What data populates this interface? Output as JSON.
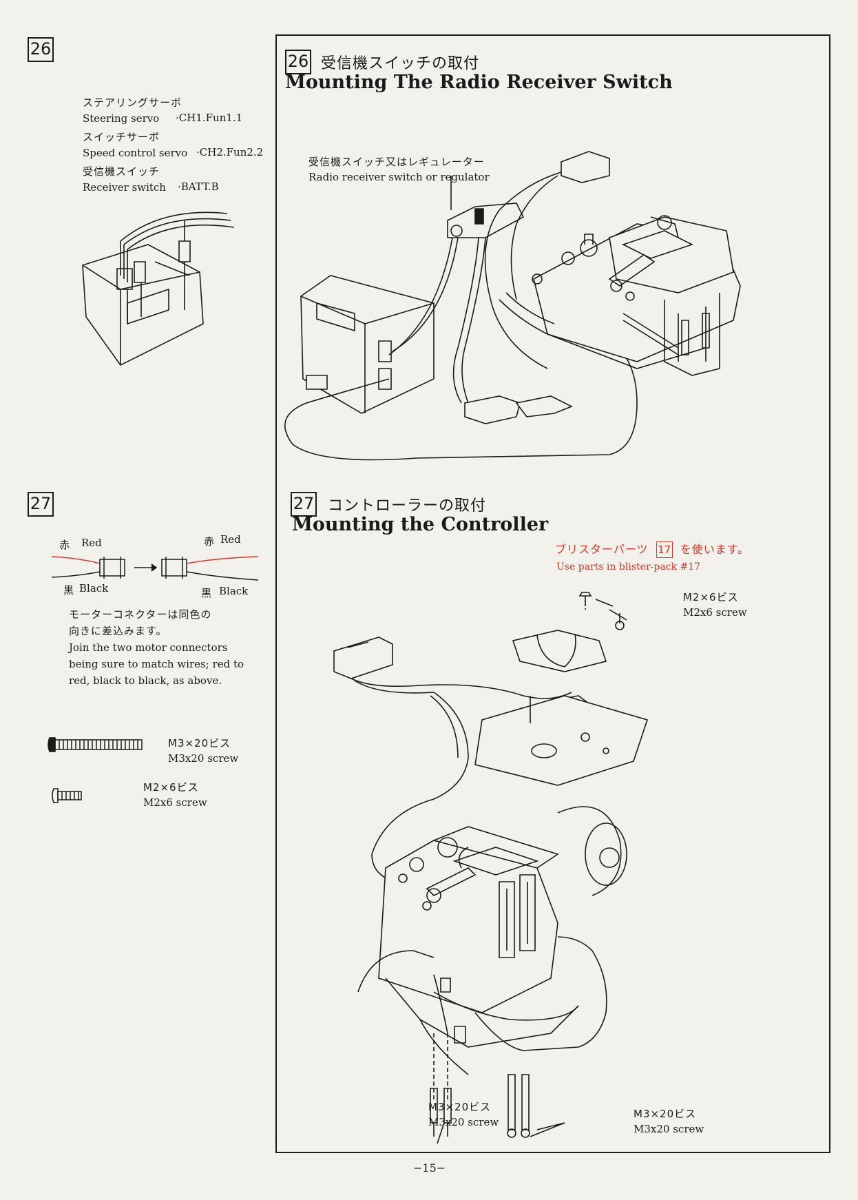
{
  "left": {
    "step26": {
      "num": "26",
      "lines": [
        {
          "ja": "ステアリングサーボ",
          "en": "Steering servo",
          "code": "·CH1.Fun1.1"
        },
        {
          "ja": "スイッチサーボ",
          "en": "Speed control servo",
          "code": "·CH2.Fun2.2"
        },
        {
          "ja": "受信機スイッチ",
          "en": "Receiver switch",
          "code": "·BATT.B"
        }
      ]
    },
    "step27": {
      "num": "27",
      "red_ja": "赤",
      "red_en": "Red",
      "black_ja": "黒",
      "black_en": "Black",
      "note_ja_1": "モーターコネクターは同色の",
      "note_ja_2": "向きに差込みます。",
      "note_en_1": "Join the two motor connectors",
      "note_en_2": "being sure to match wires; red to",
      "note_en_3": "red, black to black, as above.",
      "screw1_ja": "M3×20ビス",
      "screw1_en": "M3x20 screw",
      "screw2_ja": "M2×6ビス",
      "screw2_en": "M2x6 screw"
    }
  },
  "main": {
    "step26": {
      "num": "26",
      "title_ja": "受信機スイッチの取付",
      "title_en": "Mounting The Radio Receiver Switch",
      "callout_ja": "受信機スイッチ又はレギュレーター",
      "callout_en": "Radio receiver switch or regulator"
    },
    "step27": {
      "num": "27",
      "title_ja": "コントローラーの取付",
      "title_en": "Mounting the Controller",
      "blister_ja_pre": "ブリスターパーツ",
      "blister_num": "17",
      "blister_ja_post": "を使います。",
      "blister_en": "Use parts in blister-pack #17",
      "m2_ja": "M2×6ビス",
      "m2_en": "M2x6 screw",
      "m3a_ja": "M3×20ビス",
      "m3a_en": "M3x20 screw",
      "m3b_ja": "M3×20ビス",
      "m3b_en": "M3x20 screw"
    }
  },
  "footer": {
    "page": "−15−"
  }
}
